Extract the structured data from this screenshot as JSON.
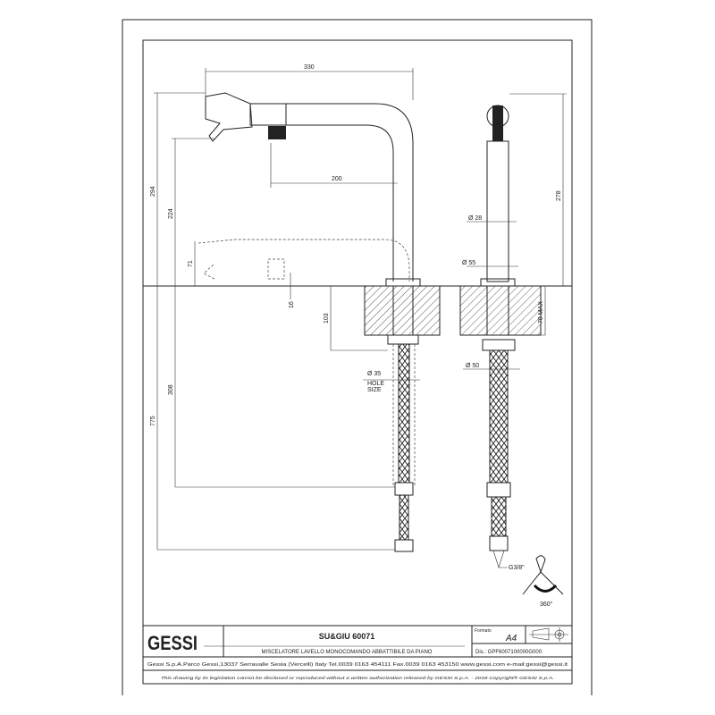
{
  "drawing": {
    "dimensions": {
      "d330": "330",
      "d294": "294",
      "d224": "224",
      "d200": "200",
      "d71": "71",
      "d16": "16",
      "d103": "103",
      "d308": "308",
      "d775": "775",
      "hole_dia": "Ø 35",
      "hole_l1": "HOLE",
      "hole_l2": "SIZE",
      "d278": "278",
      "dia28": "Ø 28",
      "dia55": "Ø 55",
      "max70": "70 MAX",
      "dia50": "Ø 50",
      "thread": "G3/8\"",
      "rotation": "360°"
    }
  },
  "title_block": {
    "logo": "GESSI",
    "title": "SU&GIU 60071",
    "subtitle": "MISCELATORE LAVELLO MONOCOMANDO ABBATTIBILE DA PIANO",
    "format_label": "Formato",
    "format_value": "A4",
    "drawing_number": "Dis.: GPF6007100000G000",
    "address": "Gessi S.p.A.Parco Gessi,13037 Serravalle Sesia (Vercelli) Italy Tel.0039 0163 454111 Fax.0039 0163 453150 www.gessi.com e-mail:gessi@gessi.it",
    "disclaimer": "This drawing by its legislation cannot be disclosed or reproduced without a written authorization released by GESSI S.p.A. - 2018 Copyright® GESSI S.p.A."
  }
}
